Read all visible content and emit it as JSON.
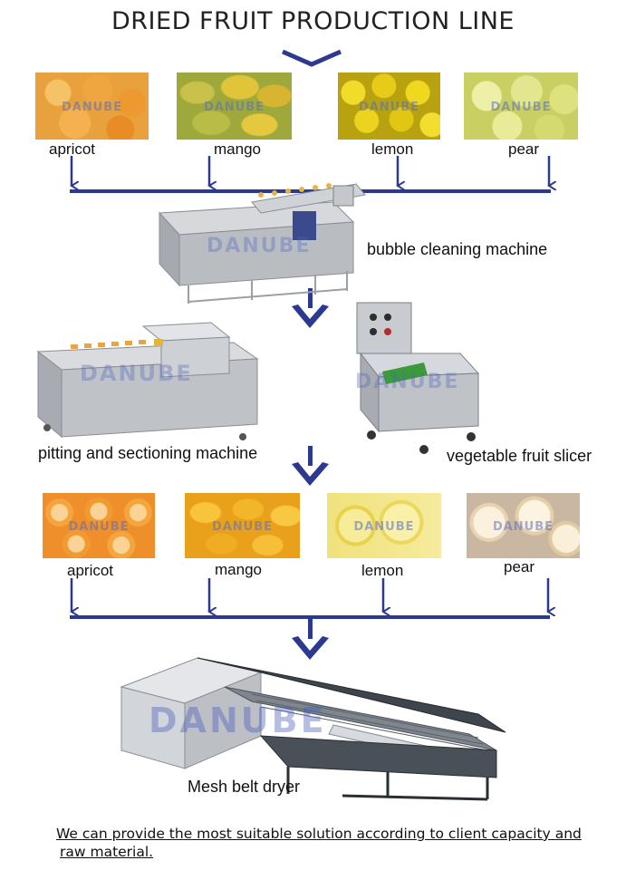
{
  "title": "DRIED FRUIT PRODUCTION LINE",
  "watermark": "DANUBE",
  "raw_fruits": [
    "apricot",
    "mango",
    "lemon",
    "pear"
  ],
  "machines": {
    "cleaning": "bubble cleaning machine",
    "pitting": "pitting and sectioning machine",
    "slicer": "vegetable fruit slicer",
    "dryer": "Mesh belt dryer"
  },
  "sliced_fruits": [
    "apricot",
    "mango",
    "lemon",
    "pear"
  ],
  "footer": {
    "line1": "We can provide the most suitable solution according to client capacity and",
    "line2": "raw material."
  },
  "colors": {
    "arrow": "#2b3990",
    "apricot": "#f2a23a",
    "mango": "#d9c640",
    "lemon": "#e8d21c",
    "pear": "#dfe38a"
  }
}
